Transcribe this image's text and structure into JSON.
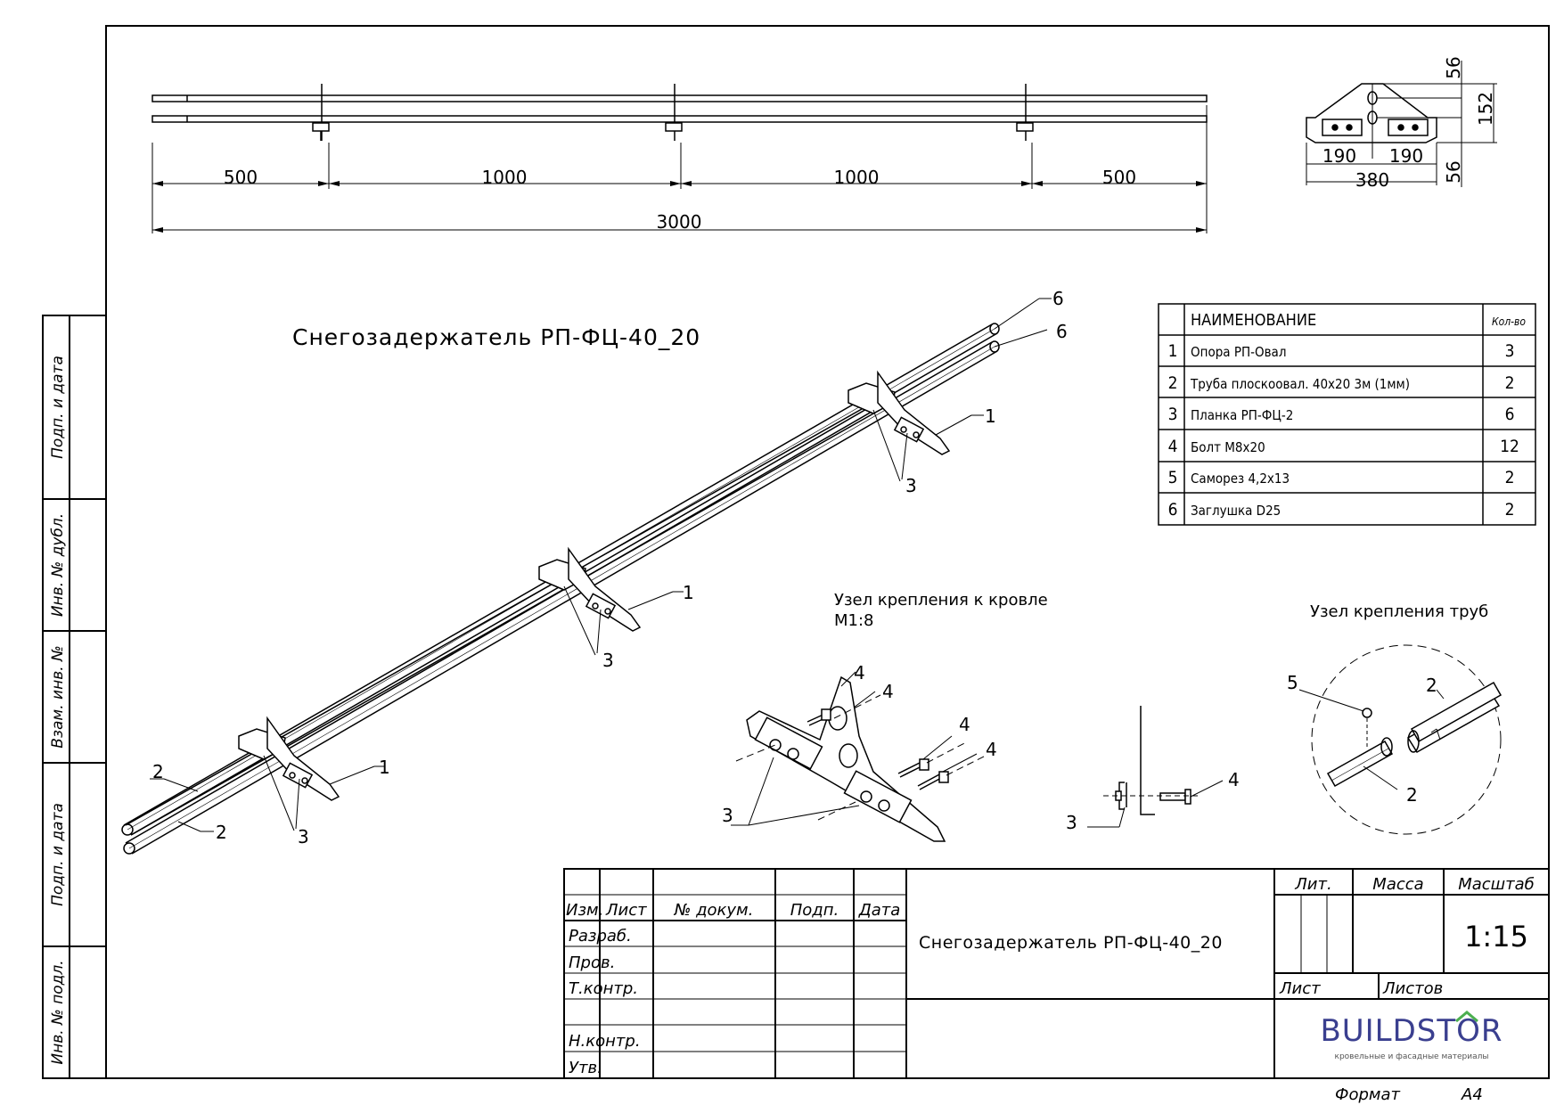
{
  "drawing_title": "Снегозадержатель РП-ФЦ-40_20",
  "top_view": {
    "dims": [
      "500",
      "1000",
      "1000",
      "500"
    ],
    "total": "3000"
  },
  "side_view": {
    "dims": {
      "top": "56",
      "height": "152",
      "bottom": "56",
      "left": "190",
      "right": "190",
      "width": "380"
    }
  },
  "spec_table": {
    "headers": {
      "num": "",
      "name": "НАИМЕНОВАНИЕ",
      "qty": "Кол-во"
    },
    "rows": [
      {
        "num": "1",
        "name": "Опора РП-Овал",
        "qty": "3"
      },
      {
        "num": "2",
        "name": "Труба плоскоовал. 40x20 3м (1мм)",
        "qty": "2"
      },
      {
        "num": "3",
        "name": "Планка РП-ФЦ-2",
        "qty": "6"
      },
      {
        "num": "4",
        "name": "Болт М8x20",
        "qty": "12"
      },
      {
        "num": "5",
        "name": "Саморез 4,2x13",
        "qty": "2"
      },
      {
        "num": "6",
        "name": "Заглушка D25",
        "qty": "2"
      }
    ]
  },
  "detail_roof": {
    "title": "Узел крепления к кровле",
    "scale": "М1:8"
  },
  "detail_pipes": {
    "title": "Узел крепления труб"
  },
  "callouts": {
    "c1": "1",
    "c2": "2",
    "c3": "3",
    "c4": "4",
    "c5": "5",
    "c6": "6"
  },
  "side_margin": {
    "labels": [
      "Подп. и дата",
      "Инв. № дубл.",
      "Взам. инв. №",
      "Подп. и дата",
      "Инв. № подл."
    ]
  },
  "title_block": {
    "columns": [
      "Изм.",
      "Лист",
      "№ докум.",
      "Подп.",
      "Дата"
    ],
    "roles": [
      "Разраб.",
      "Пров.",
      "Т.контр.",
      "",
      "Н.контр.",
      "Утв."
    ],
    "lit": "Лит.",
    "mass": "Масса",
    "scale_label": "Масштаб",
    "scale_value": "1:15",
    "sheet": "Лист",
    "sheets": "Листов",
    "logo_main": "BUILDSTOR",
    "logo_sub": "кровельные и фасадные материалы",
    "format_label": "Формат",
    "format_value": "А4"
  },
  "colors": {
    "logo": "#3a3f8f",
    "logo_accent": "#4caf50"
  }
}
